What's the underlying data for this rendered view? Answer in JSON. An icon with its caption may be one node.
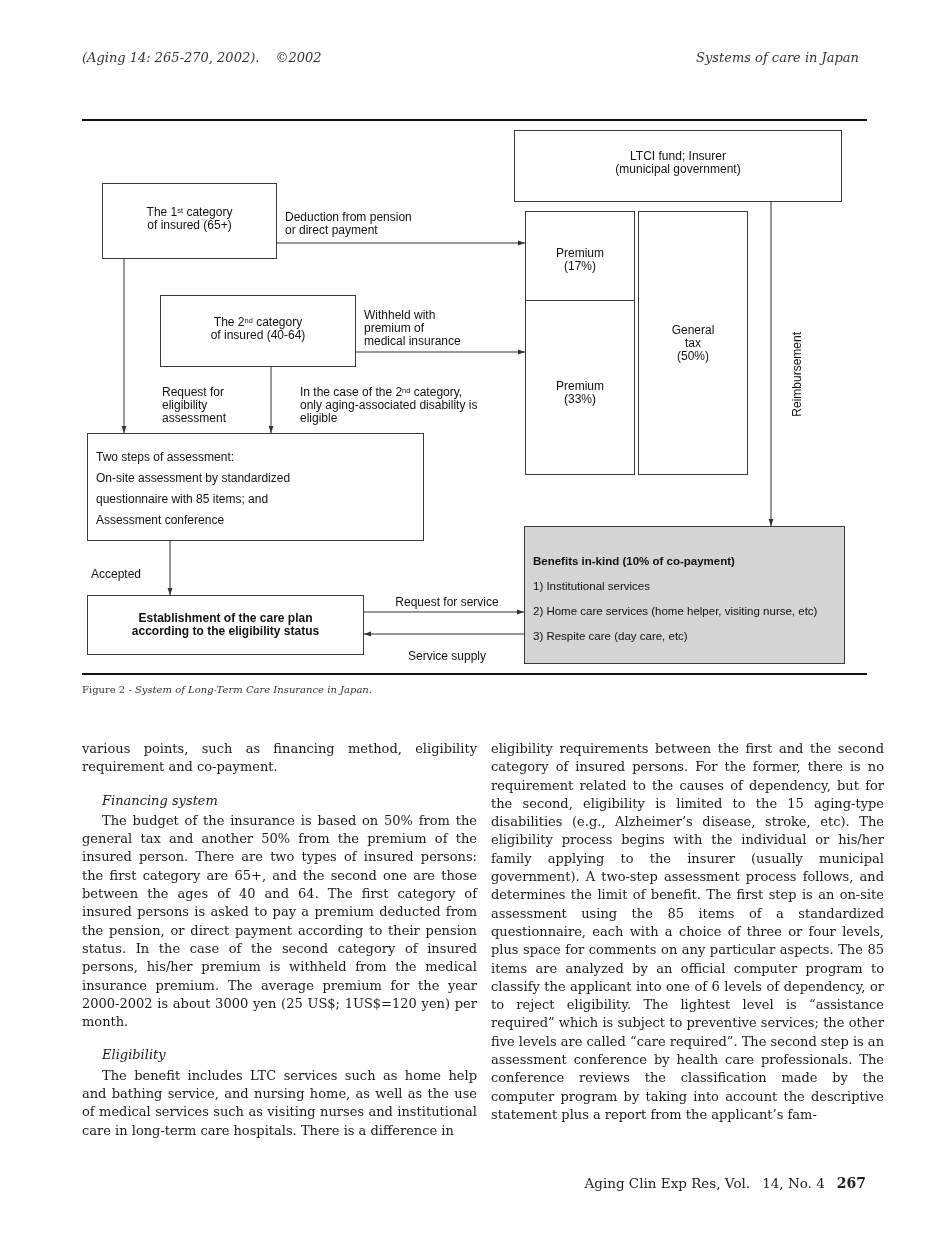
{
  "diagram": {
    "caption": "Figure 2 - *System of Long-Term Care Insurance in Japan.*",
    "nodes": [
      {
        "text": [
          "LTCI fund; Insurer (municipal government)"
        ]
      },
      {
        "text": [
          "The 1$^{st}$ category of insured (65+)"
        ]
      },
      {
        "text": [
          "Premium (17%)"
        ]
      },
      {
        "text": [
          "General tax (50%)"
        ]
      },
      {
        "text": [
          "The 2$^{nd}$ category of insured (40-64)"
        ]
      },
      {
        "text": [
          "Premium (33%)"
        ]
      },
      {
        "text": [
          "Two steps of assessment:",
          "On-site assessment by standardized questionnaire with 85 items; and",
          "Assessment conference"
        ]
      },
      {
        "text": [
          "Benefits in-kind (10% of co-payment)",
          "1) Institutional services",
          "2) Home care services (home helper, visiting nurse, etc)",
          "3) Respite care (day care, etc)"
        ]
      },
      {
        "text": [
          "Establishment of the care plan according to the eligibility status"
        ]
      }
    ],
    "edges": [
      {
        "from": 1,
        "to": 2,
        "arrow": "to",
        "label": "Deduction from pension or direct payment"
      },
      {
        "from": 4,
        "to": 5,
        "arrow": "to",
        "label": "Withheld with premium of medical insurance"
      },
      {
        "from": 1,
        "to": 6,
        "arrow": "to",
        "label": "Request for eligibility assessment"
      },
      {
        "from": 4,
        "to": 6,
        "arrow": "to",
        "label": "In the case of the 2$^{nd}$ category, only aging-associated disability is eligible"
      },
      {
        "from": 0,
        "to": 7,
        "arrow": "to",
        "label": "Reimbursement"
      },
      {
        "from": 6,
        "to": 8,
        "arrow": "to",
        "label": "Accepted"
      },
      {
        "from": 8,
        "to": 7,
        "arrow": "to",
        "label": "Request for service"
      },
      {
        "from": 7,
        "to": 8,
        "arrow": "to",
        "label": "Service supply"
      }
    ],
    "labels": [
      "(Aging 14: 265-270, 2002).",
      "©2002",
      "Systems of care in Japan",
      "various points, such as financing method, eligibility requirement and co-payment.",
      "Financing system",
      "The budget of the insurance is based on 50% from the general tax and another 50% from the premium of the insured person. There are two types of insured persons: the first category are 65+, and the second one are those between the ages of 40 and 64. The first category of insured persons is asked to pay a premium deducted from the pension, or direct payment according to their pension status. In the case of the second category of insured persons, his/her premium is withheld from the medical insurance premium. The average premium for the year 2000-2002 is about 3000 yen (25 US$; 1US$=120 yen) per month.",
      "Eligibility",
      "The benefit includes LTC services such as home help and bathing service, and nursing home, as well as the use of medical services such as visiting nurses and institutional care in long-term care hospitals. There is a difference in",
      "eligibility requirements between the first and the second category of insured persons. For the former, there is no requirement related to the causes of dependency, but for the second, eligibility is limited to the 15 aging-type disabilities (e.g., Alzheimer’s disease, stroke, etc). The eligibility process begins with the individual or his/her family applying to the insurer (usually municipal government). A two-step assessment process follows, and determines the limit of benefit. The first step is an on-site assessment using the 85 items of a standardized questionnaire, each with a choice of three or four levels, plus space for comments on any particular aspects. The 85 items are analyzed by an official computer program to classify the applicant into one of 6 levels of dependency, or to reject eligibility. The lightest level is “assistance required” which is subject to preventive services; the other five levels are called “care required”. The second step is an assessment conference by health care professionals. The conference reviews the classification made by the computer program by taking into account the descriptive statement plus a report from the applicant’s fam-",
      "Aging Clin Exp Res, Vol.",
      "14, No. 4",
      "267"
    ]
  }
}
